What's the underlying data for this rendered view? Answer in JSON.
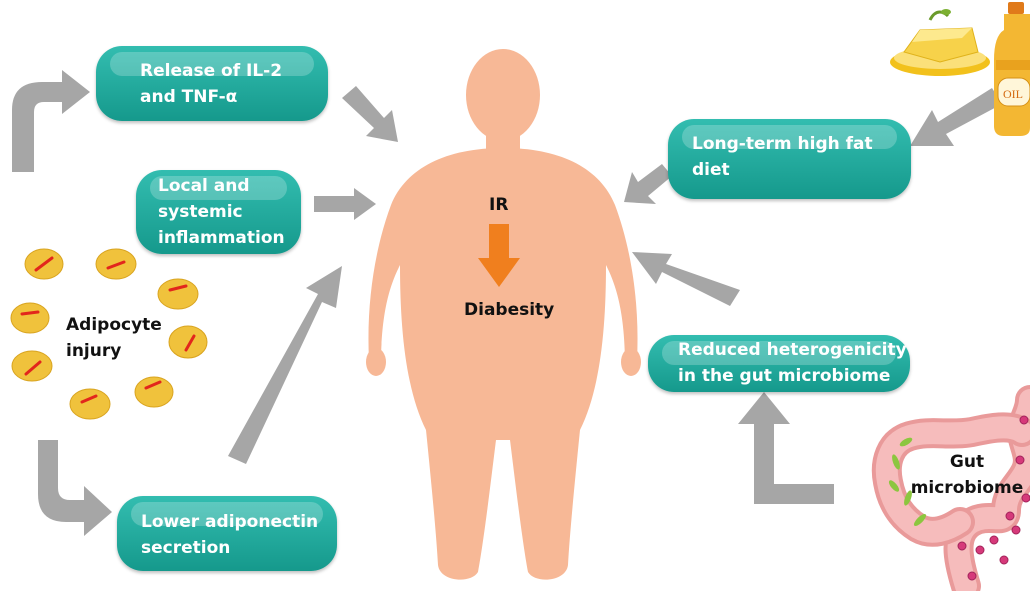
{
  "center": {
    "top_label": "IR",
    "bottom_label": "Diabesity"
  },
  "causes": {
    "il2": "Release of IL-2\nand TNF-α",
    "inflammation": "Local and\nsystemic\ninflammation",
    "adipocyte": "Adipocyte\ninjury",
    "adiponectin": "Lower adiponectin\nsecretion",
    "fat_diet": "Long-term high fat\ndiet",
    "microbiome_box": "Reduced heterogenicity\nin the gut microbiome",
    "gut": "Gut\nmicrobiome"
  },
  "food": {
    "oil_label": "OIL"
  },
  "colors": {
    "pill": "#1fa99c",
    "body": "#f7b896",
    "arrow_gray": "#a6a6a6",
    "arrow_orange": "#f07f1e",
    "adipocyte": "#f0c23c",
    "intestine": "#f5b5b5"
  }
}
